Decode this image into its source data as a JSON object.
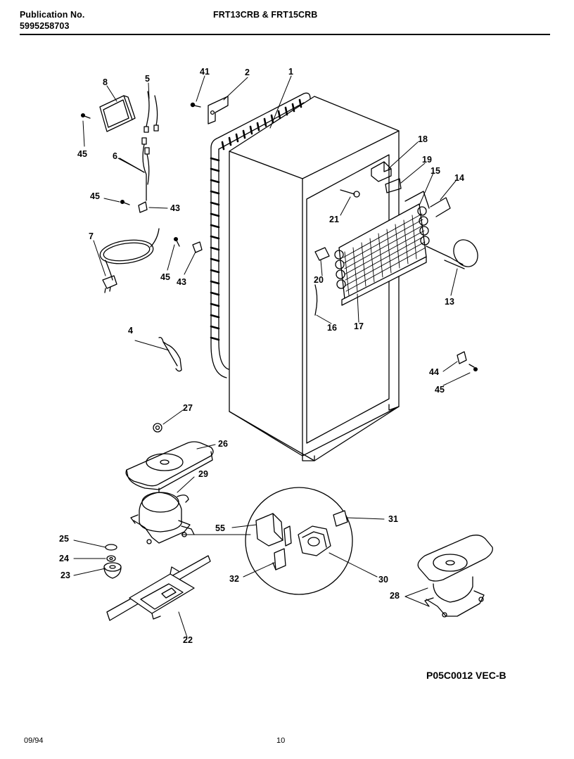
{
  "header": {
    "publication_label": "Publication No.",
    "publication_number": "5995258703",
    "models": "FRT13CRB & FRT15CRB"
  },
  "diagram": {
    "drawing_code": "P05C0012 VEC-B",
    "callouts": {
      "c1": "1",
      "c2": "2",
      "c41": "41",
      "c5": "5",
      "c8": "8",
      "c45a": "45",
      "c6": "6",
      "c45b": "45",
      "c43a": "43",
      "c7": "7",
      "c45c": "45",
      "c43b": "43",
      "c18": "18",
      "c19": "19",
      "c15": "15",
      "c14": "14",
      "c21": "21",
      "c20": "20",
      "c13": "13",
      "c16": "16",
      "c17": "17",
      "c4": "4",
      "c44": "44",
      "c45d": "45",
      "c27": "27",
      "c26": "26",
      "c29": "29",
      "c31": "31",
      "c55": "55",
      "c30": "30",
      "c32": "32",
      "c25": "25",
      "c24": "24",
      "c23": "23",
      "c22": "22",
      "c28": "28"
    }
  },
  "footer": {
    "date": "09/94",
    "page_number": "10"
  }
}
